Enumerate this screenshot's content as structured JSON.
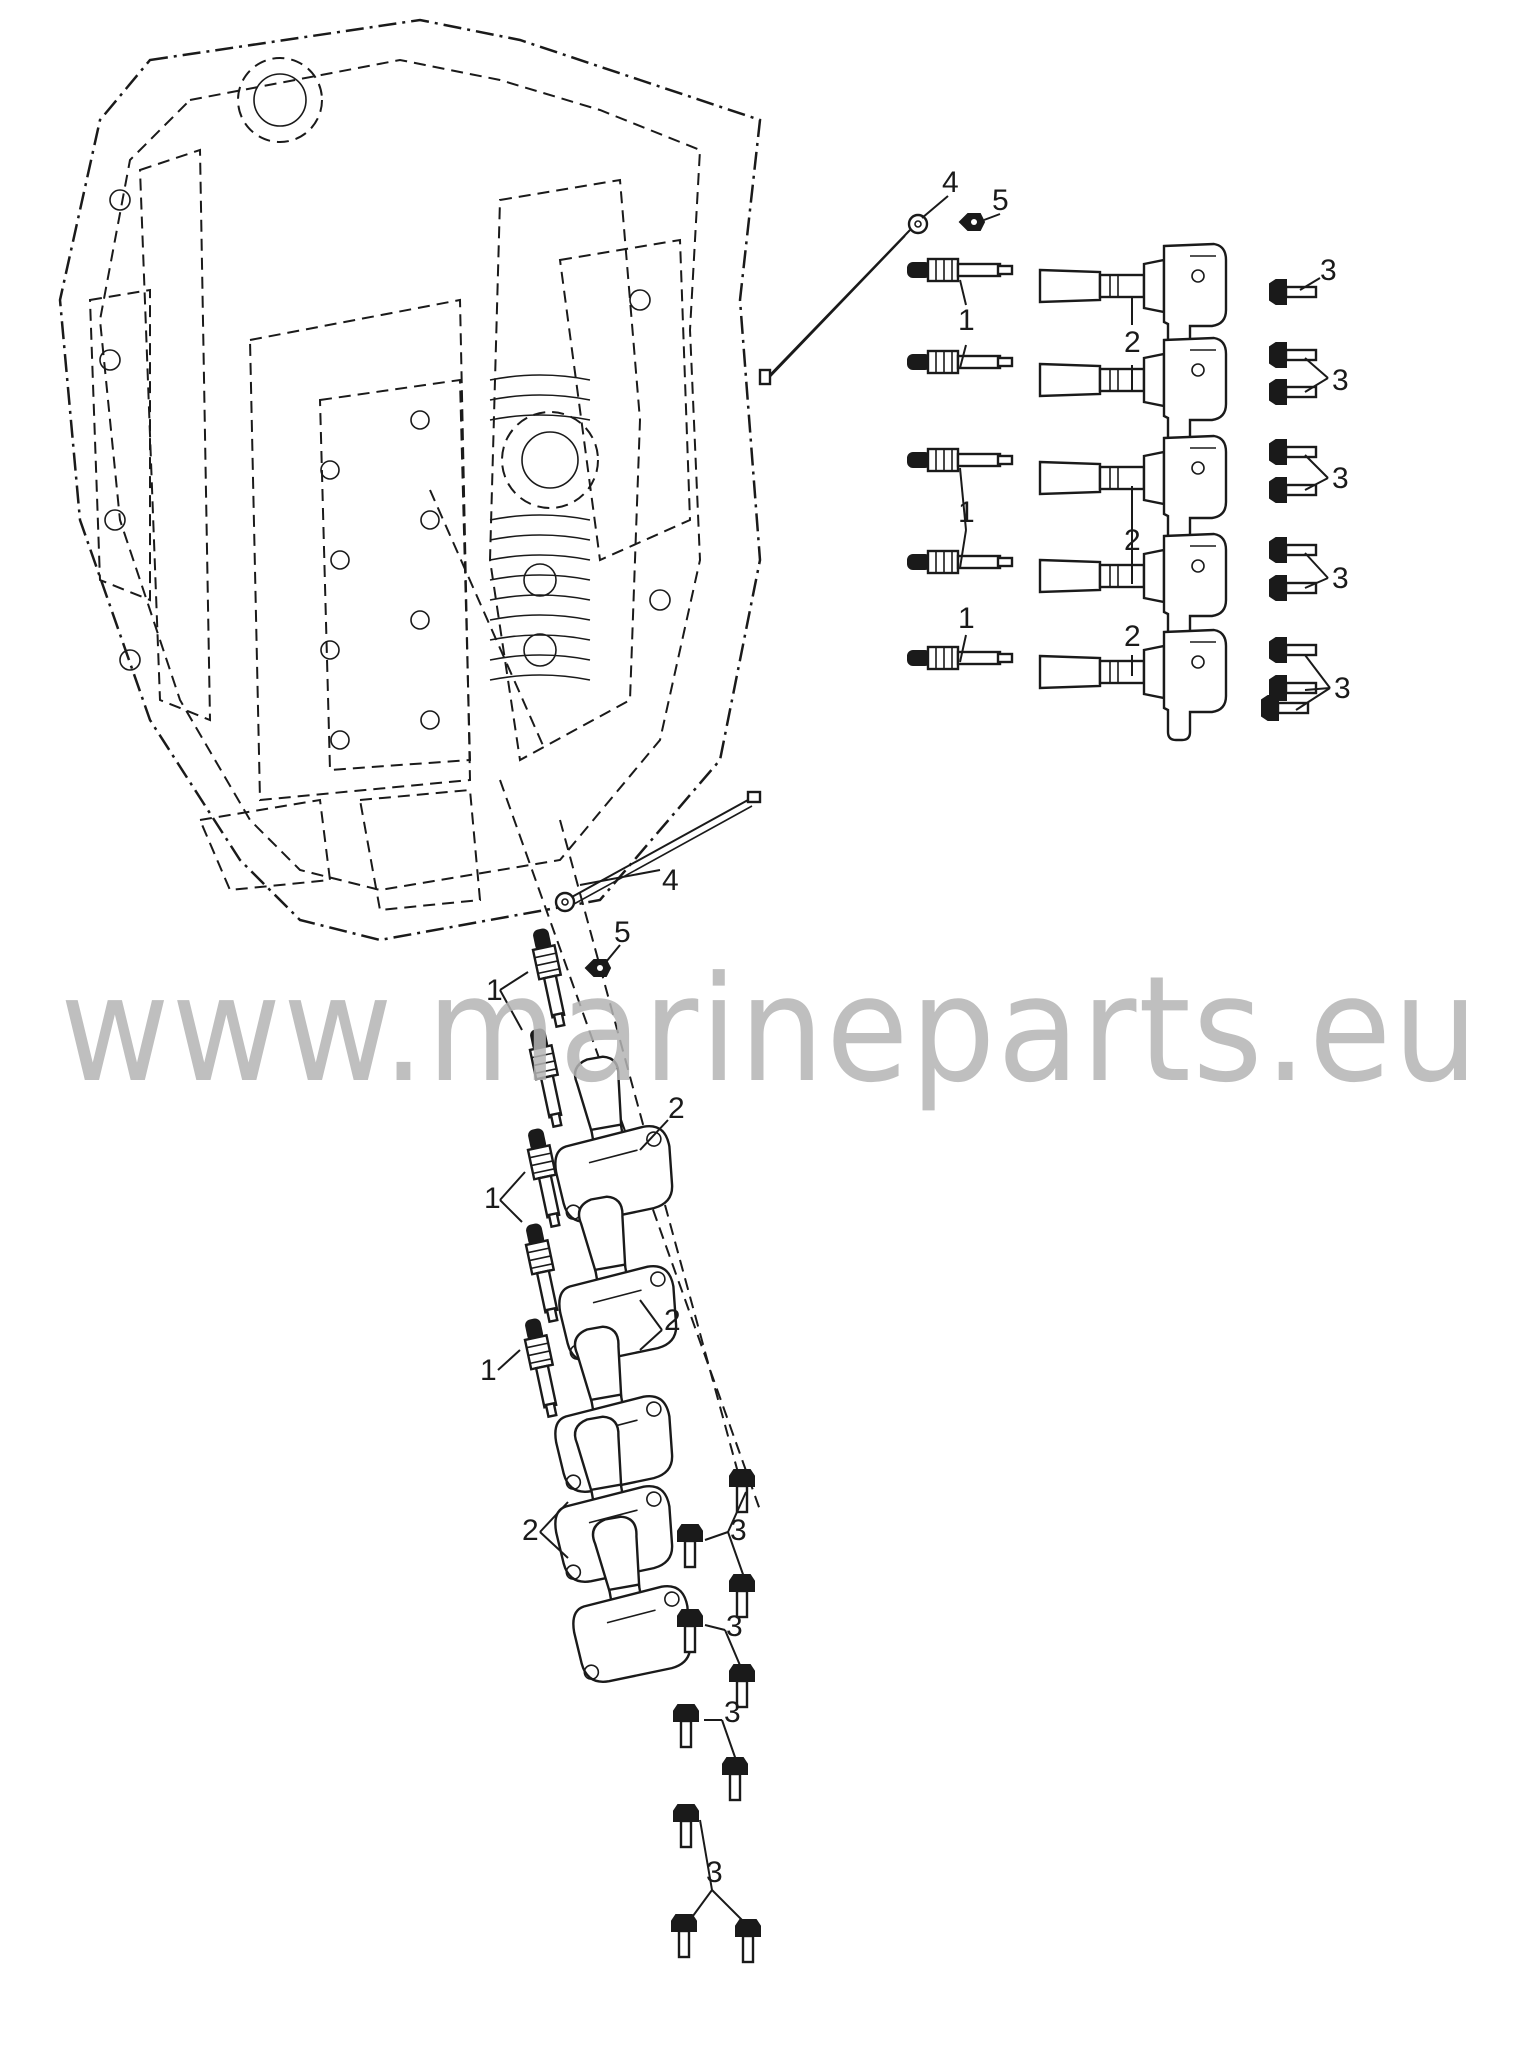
{
  "callouts": {
    "plug": "1",
    "coil": "2",
    "bolt": "3",
    "ground_strap": "4",
    "screw": "5"
  },
  "watermark": "www.marineparts.eu",
  "colors": {
    "ink": "#1a1a1a",
    "watermark": "#b4b4b4",
    "background": "#ffffff"
  }
}
